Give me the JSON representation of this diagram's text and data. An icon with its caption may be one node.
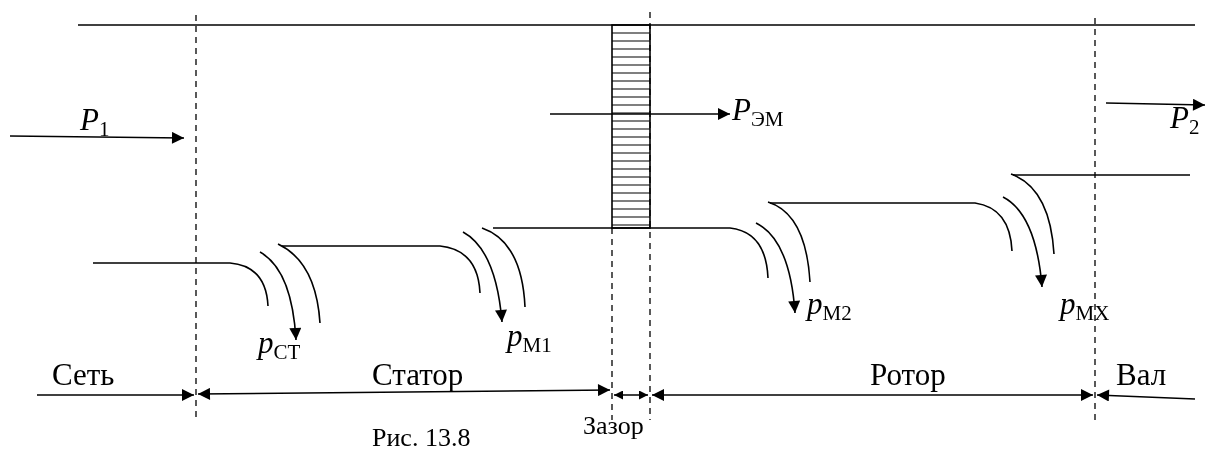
{
  "diagram": {
    "caption": "Рис. 13.8",
    "labels": [
      "*P*$_{1}$",
      "*P*$_{ЭМ}$",
      "*P*$_{2}$",
      "*p*$_{СТ}$",
      "*p*$_{М1}$",
      "*p*$_{М2}$",
      "*p*$_{МХ}$",
      "Сеть",
      "Статор",
      "Ротор",
      "Вал",
      "Зазор"
    ]
  }
}
